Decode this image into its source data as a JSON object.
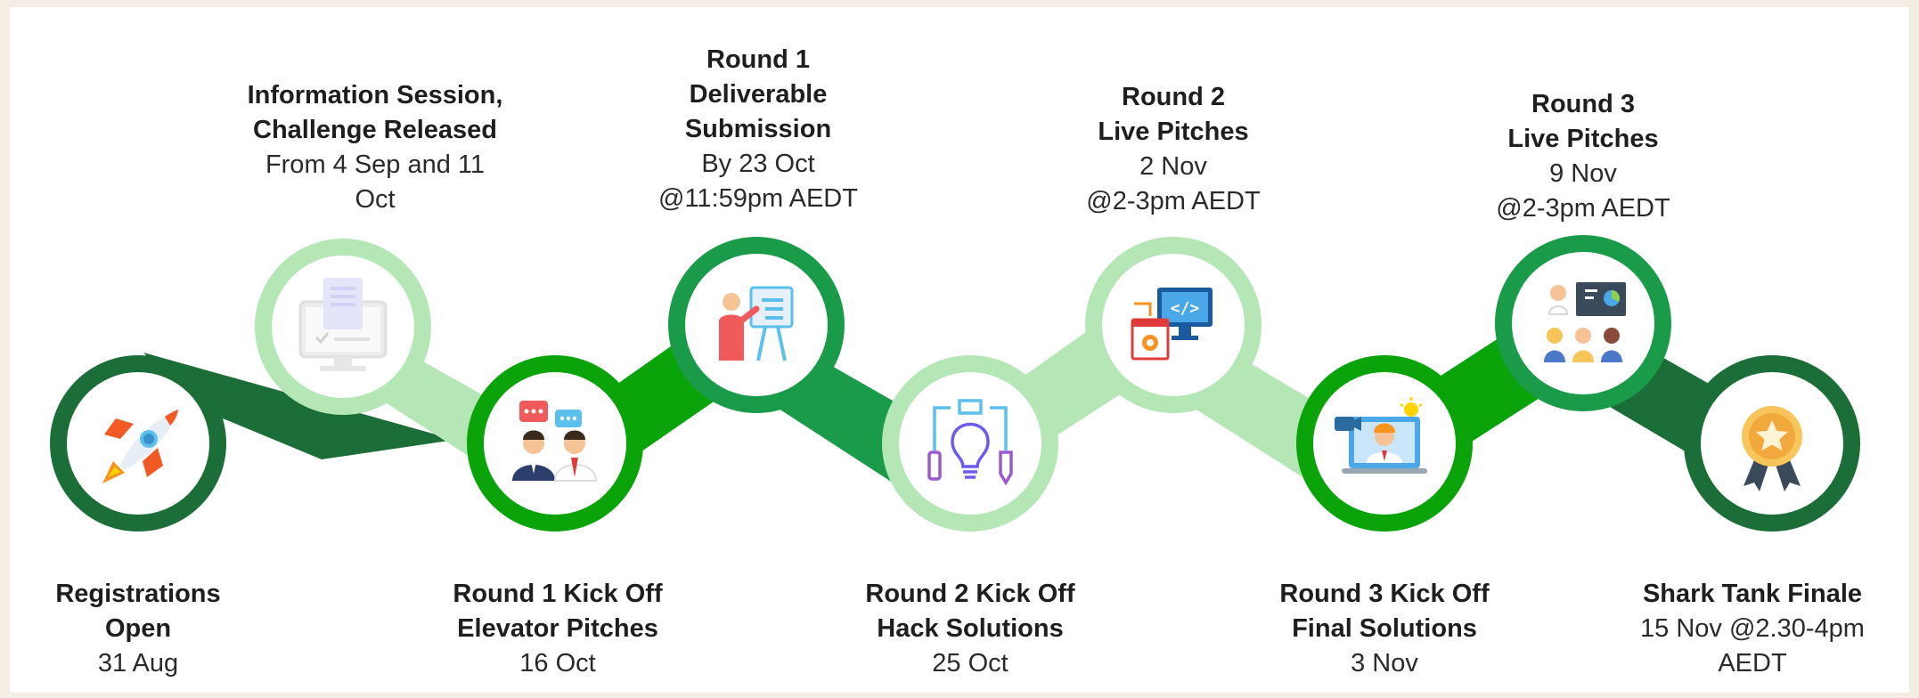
{
  "colors": {
    "dark_green": "#1b6e38",
    "mid_green": "#1a9b49",
    "bright_green": "#0aa30a",
    "light_green": "#b4e6b6",
    "background": "#f3ede4"
  },
  "milestones": [
    {
      "icon": "rocket-icon",
      "title_lines": [
        "Registrations",
        "Open"
      ],
      "detail_lines": [
        "31 Aug"
      ]
    },
    {
      "icon": "computer-document-icon",
      "title_lines": [
        "Information Session,",
        "Challenge Released"
      ],
      "detail_lines": [
        "From 4 Sep and 11",
        "Oct"
      ]
    },
    {
      "icon": "elevator-pitch-people-icon",
      "title_lines": [
        "Round 1 Kick Off",
        "Elevator Pitches"
      ],
      "detail_lines": [
        "16 Oct"
      ]
    },
    {
      "icon": "presenter-board-icon",
      "title_lines": [
        "Round 1",
        "Deliverable",
        "Submission"
      ],
      "detail_lines": [
        "By 23 Oct",
        "@11:59pm AEDT"
      ]
    },
    {
      "icon": "lightbulb-hack-icon",
      "title_lines": [
        "Round 2 Kick Off",
        "Hack Solutions"
      ],
      "detail_lines": [
        "25 Oct"
      ]
    },
    {
      "icon": "code-monitor-icon",
      "title_lines": [
        "Round 2",
        "Live Pitches"
      ],
      "detail_lines": [
        "2 Nov",
        "@2-3pm AEDT"
      ]
    },
    {
      "icon": "video-call-idea-icon",
      "title_lines": [
        "Round 3 Kick Off",
        "Final Solutions"
      ],
      "detail_lines": [
        "3 Nov"
      ]
    },
    {
      "icon": "audience-presentation-icon",
      "title_lines": [
        "Round 3",
        "Live Pitches"
      ],
      "detail_lines": [
        "9 Nov",
        "@2-3pm AEDT"
      ]
    },
    {
      "icon": "award-medal-icon",
      "title_lines": [
        "Shark Tank Finale"
      ],
      "detail_lines": [
        "15 Nov @2.30-4pm",
        "AEDT"
      ]
    }
  ]
}
